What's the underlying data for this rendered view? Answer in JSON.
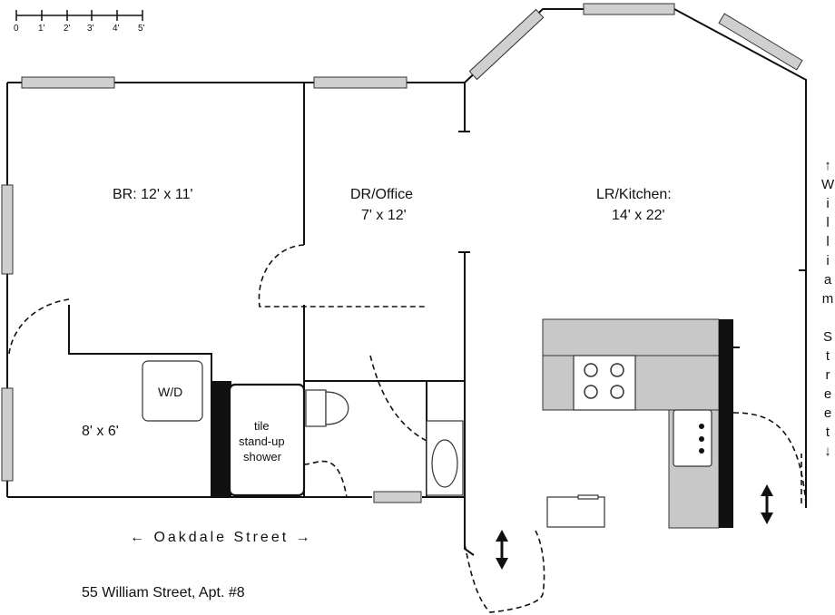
{
  "scale": {
    "ticks": [
      "0",
      "1'",
      "2'",
      "3'",
      "4'",
      "5'"
    ]
  },
  "rooms": {
    "br": "BR: 12' x 11'",
    "dr_name": "DR/Office",
    "dr_size": "7' x 12'",
    "lr_name": "LR/Kitchen:",
    "lr_size": "14' x 22'",
    "nook_size": "8' x 6'",
    "washer_dryer": "W/D",
    "shower_lines": [
      "tile",
      "stand-up",
      "shower"
    ]
  },
  "streets": {
    "oakdale": "← Oakdale Street →",
    "william_letters": [
      "↑",
      "W",
      "i",
      "l",
      "l",
      "i",
      "a",
      "m",
      "",
      "S",
      "t",
      "r",
      "e",
      "e",
      "t",
      "↓"
    ]
  },
  "address": "55 William Street, Apt. #8"
}
